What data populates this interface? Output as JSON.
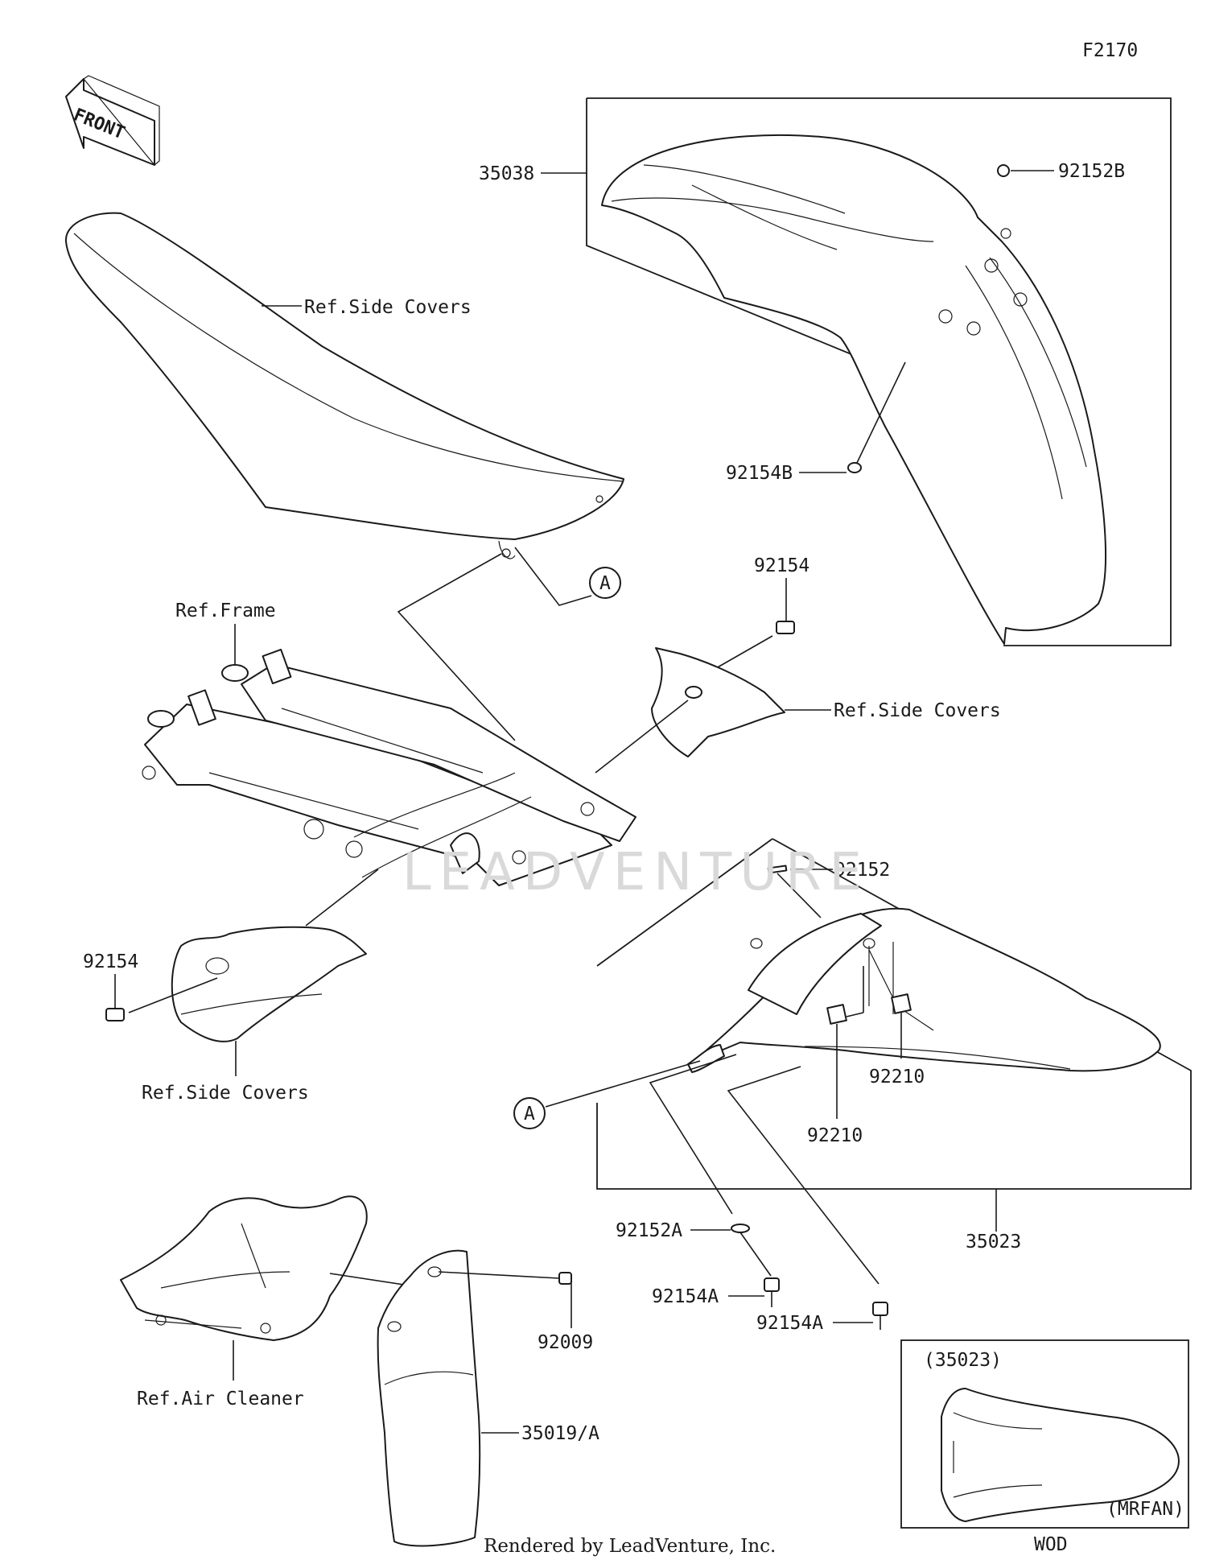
{
  "diagram_code": "F2170",
  "front_label": "FRONT",
  "watermark": "LEADVENTURE",
  "footer": "Rendered by LeadVenture, Inc.",
  "labels": {
    "front_fender": "35038",
    "front_fender_nut": "92152B",
    "front_fender_bolt": "92154B",
    "seat_ref": "Ref.Side Covers",
    "ref_frame": "Ref.Frame",
    "bolt_upper": "92154",
    "side_cover_ref_right": "Ref.Side Covers",
    "bolt_left": "92154",
    "side_cover_ref_left": "Ref.Side Covers",
    "callout_a_seat": "A",
    "callout_a_fender": "A",
    "rear_fender_collar": "92152",
    "rear_fender": "35023",
    "nut_1": "92210",
    "nut_2": "92210",
    "collar_a": "92152A",
    "bolt_a_1": "92154A",
    "bolt_a_2": "92154A",
    "air_cleaner_ref": "Ref.Air Cleaner",
    "screw": "92009",
    "mud_flap": "35019/A"
  },
  "inset": {
    "part_ref": "(35023)",
    "variant": "(MRFAN)",
    "caption": "WOD"
  }
}
